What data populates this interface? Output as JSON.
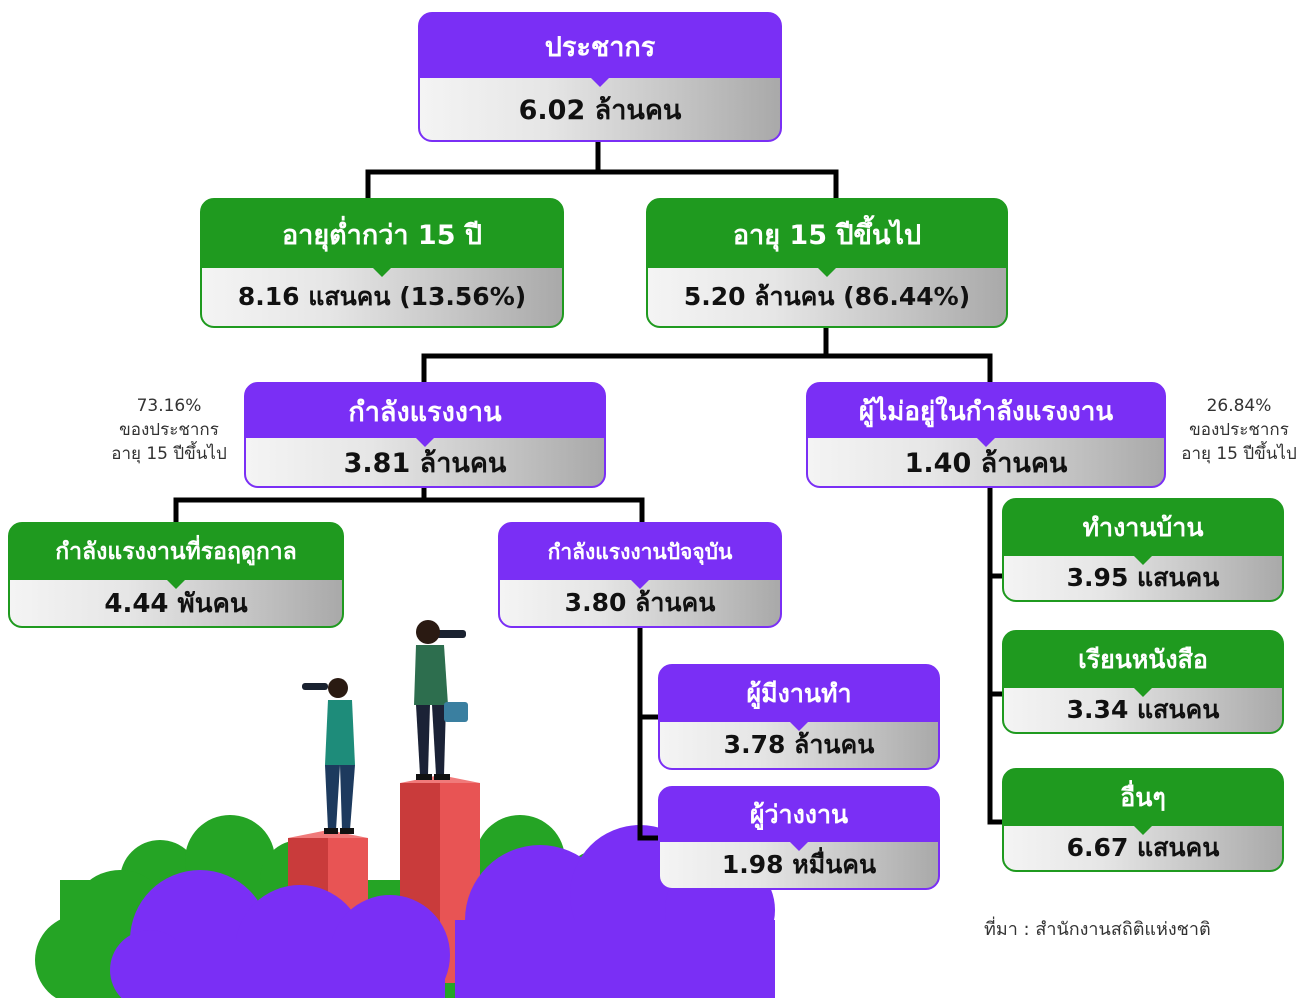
{
  "nodes": {
    "population": {
      "title": "ประชากร",
      "value": "6.02 ล้านคน"
    },
    "under15": {
      "title": "อายุต่ำกว่า 15 ปี",
      "value": "8.16 แสนคน (13.56%)"
    },
    "age15plus": {
      "title": "อายุ 15 ปีขึ้นไป",
      "value": "5.20 ล้านคน (86.44%)"
    },
    "labour_force": {
      "title": "กำลังแรงงาน",
      "value": "3.81 ล้านคน"
    },
    "not_in_labour_force": {
      "title": "ผู้ไม่อยู่ในกำลังแรงงาน",
      "value": "1.40 ล้านคน"
    },
    "seasonal": {
      "title": "กำลังแรงงานที่รอฤดูกาล",
      "value": "4.44 พันคน"
    },
    "current_labour_force": {
      "title": "กำลังแรงงานปัจจุบัน",
      "value": "3.80 ล้านคน"
    },
    "employed": {
      "title": "ผู้มีงานทำ",
      "value": "3.78 ล้านคน"
    },
    "unemployed": {
      "title": "ผู้ว่างงาน",
      "value": "1.98 หมื่นคน"
    },
    "housework": {
      "title": "ทำงานบ้าน",
      "value": "3.95 แสนคน"
    },
    "studying": {
      "title": "เรียนหนังสือ",
      "value": "3.34 แสนคน"
    },
    "others": {
      "title": "อื่นๆ",
      "value": "6.67 แสนคน"
    }
  },
  "notes": {
    "labour_force_share": [
      "73.16%",
      "ของประชากร",
      "อายุ 15 ปีขึ้นไป"
    ],
    "not_in_labour_force_share": [
      "26.84%",
      "ของประชากร",
      "อายุ 15 ปีขึ้นไป"
    ]
  },
  "source": "ที่มา : สำนักงานสถิติแห่งชาติ",
  "colors": {
    "purple": "#7a2ff5",
    "green": "#1f9a1f",
    "connector": "#000000",
    "bar_red": "#e85454",
    "bush_green": "#25a425"
  }
}
